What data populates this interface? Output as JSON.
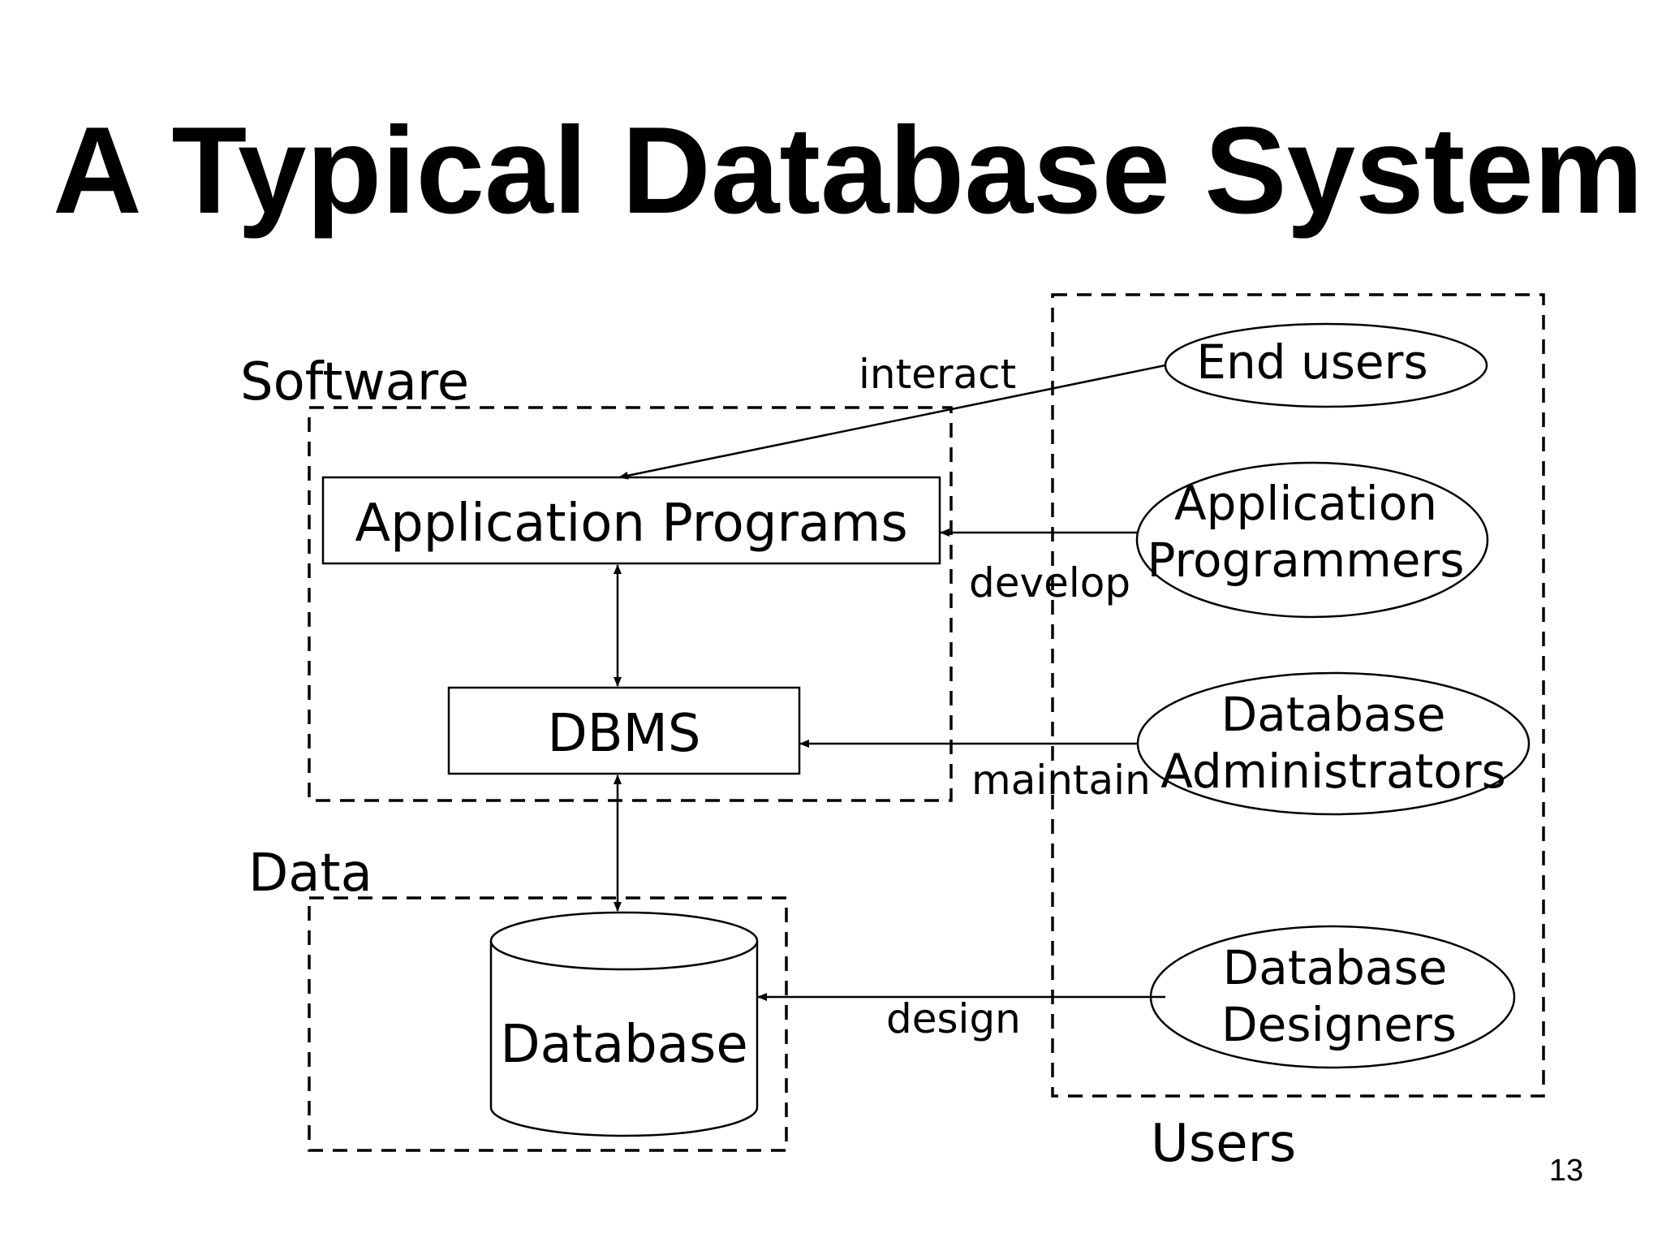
{
  "title": "A Typical Database System",
  "slide_number": "13",
  "groups": {
    "software": "Software",
    "data": "Data",
    "users": "Users"
  },
  "components": {
    "application_programs": "Application Programs",
    "dbms": "DBMS",
    "database": "Database"
  },
  "users": {
    "end_users": "End users",
    "app_programmers_line1": "Application",
    "app_programmers_line2": "Programmers",
    "db_admins_line1": "Database",
    "db_admins_line2": "Administrators",
    "db_designers_line1": "Database",
    "db_designers_line2": "Designers"
  },
  "relations": {
    "interact": "interact",
    "develop": "develop",
    "maintain": "maintain",
    "design": "design"
  }
}
